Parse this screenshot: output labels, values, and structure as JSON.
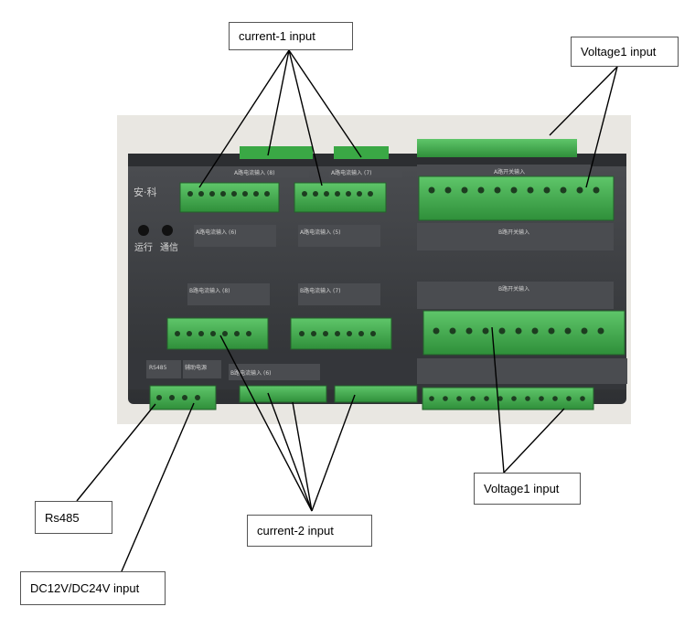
{
  "labels": {
    "current1": "current-1 input",
    "voltage1_top": "Voltage1 input",
    "voltage1_bottom": "Voltage1 input",
    "current2": "current-2 input",
    "rs485": "Rs485",
    "dc_power": "DC12V/DC24V input"
  },
  "panel_text": {
    "brand": "安·科",
    "btn_run": "运行",
    "btn_comm": "通信",
    "row_a_top": "A路电流输入 (8)",
    "row_a_top2": "A路电流输入 (7)",
    "row_a_top3": "A路电流输入 (6)",
    "row_a_top4": "A路电流输入 (5)",
    "row_a_bot": "B路电流输入 (8)",
    "row_a_bot2": "B路电流输入 (7)",
    "row_a_bot3": "B路电流输入 (6)",
    "switch_top": "A路开关输入",
    "switch_mid": "B路开关输入",
    "switch_bot": "B路开关输入",
    "rs485_tag": "RS485",
    "power_tag": "辅助电源"
  },
  "colors": {
    "terminal_green": "#3fae4a",
    "terminal_dark": "#2a7a32",
    "body": "#3a3c3f",
    "panel_label": "#4a4c50",
    "background_wall": "#e9e7e2"
  }
}
